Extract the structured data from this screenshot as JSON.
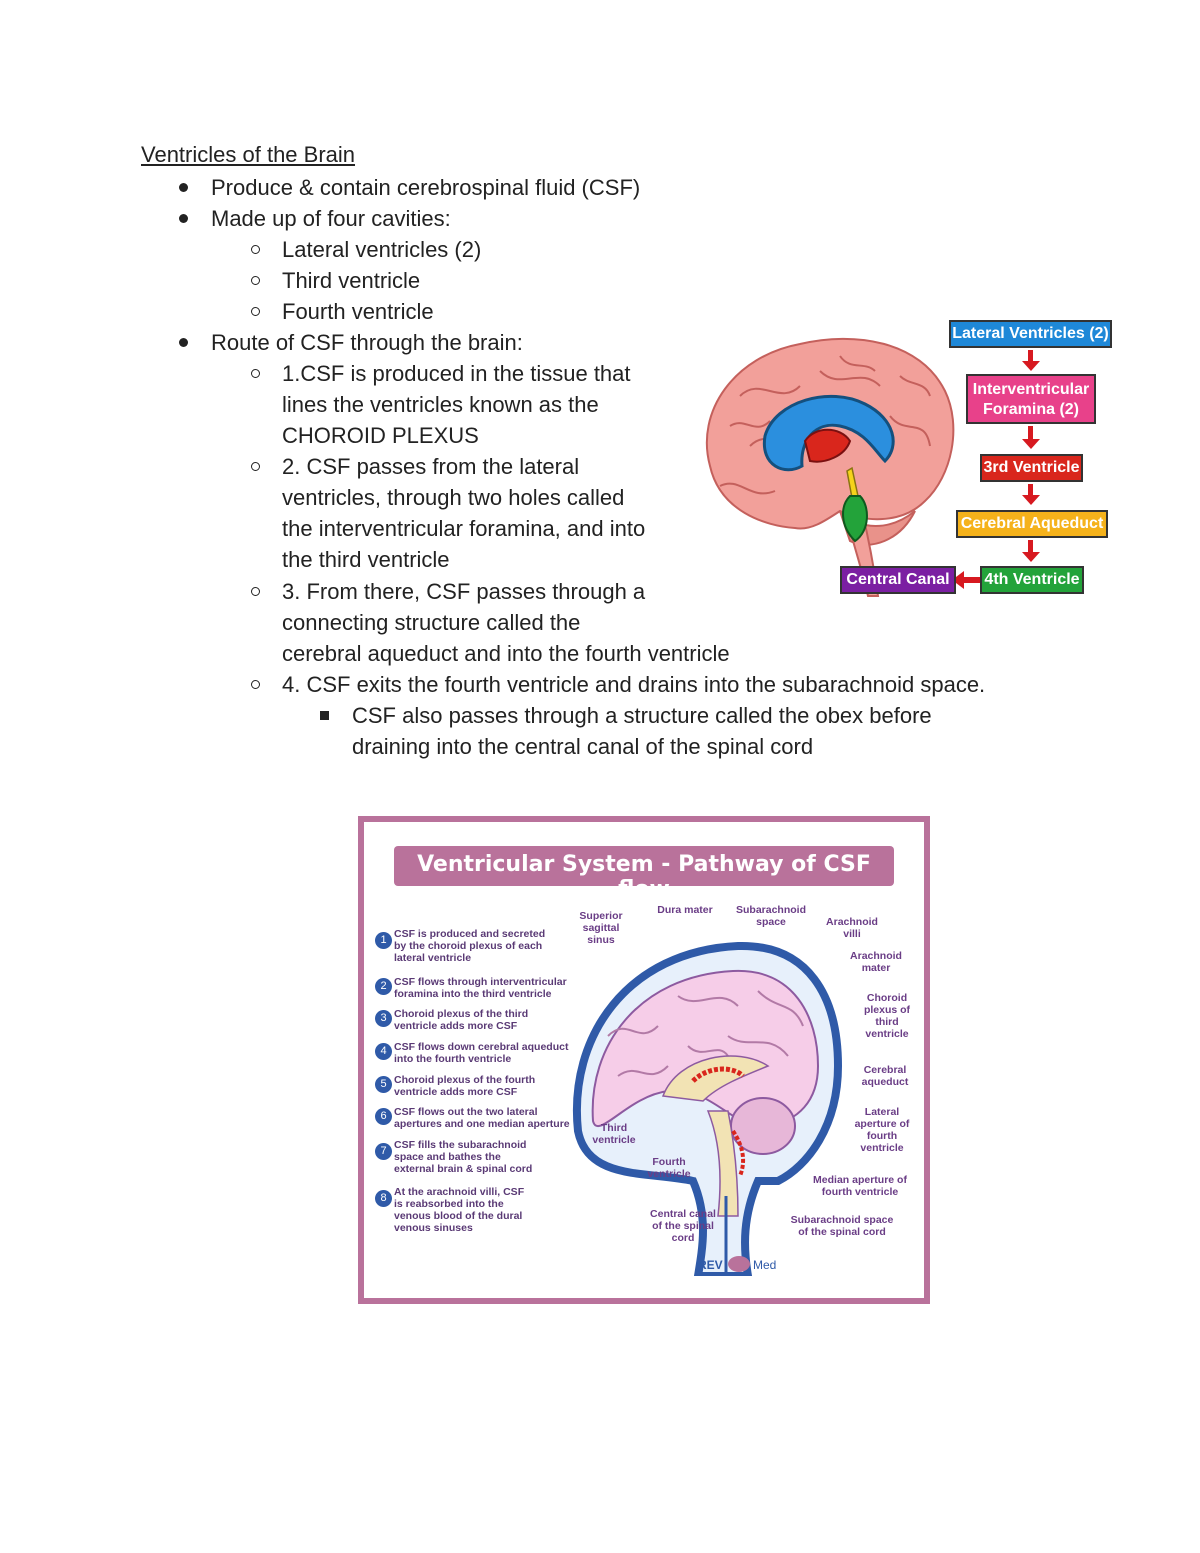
{
  "notes": {
    "title": "Ventricles of the Brain",
    "b1": "Produce & contain cerebrospinal fluid (CSF)",
    "b2": "Made up of four cavities:",
    "b2_1": "Lateral ventricles (2)",
    "b2_2": "Third ventricle",
    "b2_3": "Fourth ventricle",
    "b3": "Route of CSF through the brain:",
    "s1_l1": "1.CSF is produced in the tissue that",
    "s1_l2": "lines the ventricles known as the",
    "s1_l3": "CHOROID PLEXUS",
    "s2_l1": "2. CSF passes from the lateral",
    "s2_l2": "ventricles, through two holes called",
    "s2_l3": "the interventricular foramina, and into",
    "s2_l4": "the third ventricle",
    "s3_l1": "3. From there, CSF passes through a",
    "s3_l2": "connecting structure called the",
    "s3_l3": "cerebral aqueduct and into the fourth ventricle",
    "s4": "4. CSF exits the fourth ventricle and drains into the subarachnoid space.",
    "s4a_l1": "CSF also passes through a structure called the obex before",
    "s4a_l2": "draining into the central canal of the spinal cord"
  },
  "flow_figure": {
    "lateral": "Lateral Ventricles (2)",
    "inter_1": "Interventricular",
    "inter_2": "Foramina (2)",
    "third": "3rd Ventricle",
    "aqueduct": "Cerebral Aqueduct",
    "fourth": "4th Ventricle",
    "canal": "Central Canal",
    "colors": {
      "lateral": "#1e88d8",
      "inter": "#e8418a",
      "third": "#d9261c",
      "aqueduct": "#f5b21b",
      "fourth": "#23a33a",
      "canal": "#7b1fa2"
    }
  },
  "csf_poster": {
    "title": "Ventricular System - Pathway of CSF flow",
    "steps": [
      {
        "n": "1",
        "l1": "CSF is produced and secreted",
        "l2": "by the choroid plexus of each",
        "l3": "lateral ventricle"
      },
      {
        "n": "2",
        "l1": "CSF flows through interventricular",
        "l2": "foramina into the third ventricle",
        "l3": ""
      },
      {
        "n": "3",
        "l1": "Choroid plexus of the third",
        "l2": "ventricle adds more CSF",
        "l3": ""
      },
      {
        "n": "4",
        "l1": "CSF flows down cerebral aqueduct",
        "l2": "into the fourth ventricle",
        "l3": ""
      },
      {
        "n": "5",
        "l1": "Choroid plexus of the fourth",
        "l2": "ventricle adds more CSF",
        "l3": ""
      },
      {
        "n": "6",
        "l1": "CSF flows out the two lateral",
        "l2": "apertures and one median aperture",
        "l3": ""
      },
      {
        "n": "7",
        "l1": "CSF fills the subarachnoid",
        "l2": "space and bathes the",
        "l3": "external brain & spinal cord"
      },
      {
        "n": "8",
        "l1": "At the arachnoid villi, CSF",
        "l2": "is reabsorbed into the",
        "l3": "venous blood of the dural"
      }
    ],
    "step8_l4": "venous sinuses",
    "labels": {
      "sss": "Superior sagittal sinus",
      "dura": "Dura mater",
      "subspace": "Subarachnoid space",
      "villi": "Arachnoid villi",
      "amater": "Arachnoid mater",
      "cp3": "Choroid plexus of third ventricle",
      "aqueduct": "Cerebral aqueduct",
      "lat_ap": "Lateral aperture of fourth ventricle",
      "median": "Median aperture of fourth ventricle",
      "sub_cord": "Subarachnoid space of the spinal cord",
      "central": "Central canal of the spinal cord",
      "fourth": "Fourth ventricle",
      "third": "Third ventricle"
    },
    "brand_1": "REV",
    "brand_2": "Med"
  }
}
